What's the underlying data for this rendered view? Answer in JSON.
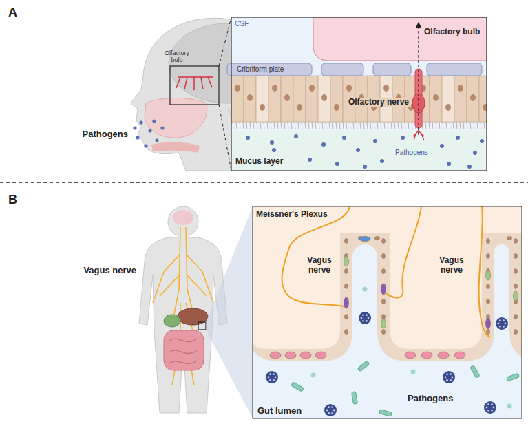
{
  "diagram": {
    "labels": [
      "A",
      "Olfactory bulb",
      "Pathogens",
      "CSF",
      "Olfactory bulb",
      "Cribriform plate",
      "Olfactory nerve",
      "Mucus layer",
      "Pathogens",
      "B",
      "Vagus nerve",
      "Meissner's Plexus",
      "Vagus nerve",
      "Vagus nerve",
      "Pathogens",
      "Gut lumen"
    ]
  }
}
